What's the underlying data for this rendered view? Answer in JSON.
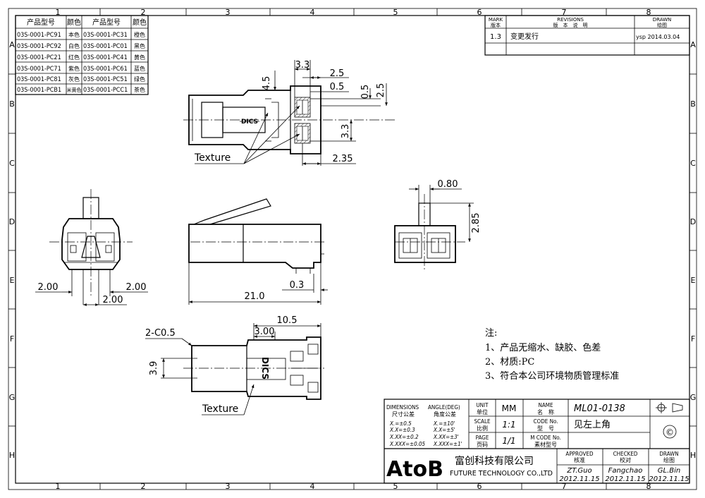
{
  "grid": {
    "columns": [
      "1",
      "2",
      "3",
      "4",
      "5",
      "6",
      "7",
      "8"
    ],
    "rows": [
      "A",
      "B",
      "C",
      "D",
      "E",
      "F",
      "G",
      "H"
    ]
  },
  "product_table": {
    "headers": [
      "产品型号",
      "颜色",
      "产品型号",
      "颜色"
    ],
    "rows": [
      [
        "03S-0001-PC91",
        "本色",
        "03S-0001-PC31",
        "橙色"
      ],
      [
        "03S-0001-PC92",
        "白色",
        "03S-0001-PC01",
        "黑色"
      ],
      [
        "03S-0001-PC21",
        "红色",
        "03S-0001-PC41",
        "黄色"
      ],
      [
        "03S-0001-PC71",
        "紫色",
        "03S-0001-PC61",
        "蓝色"
      ],
      [
        "03S-0001-PC81",
        "灰色",
        "03S-0001-PC51",
        "绿色"
      ],
      [
        "03S-0001-PCB1",
        "米黄色",
        "03S-0001-PCC1",
        "茶色"
      ]
    ]
  },
  "revisions": {
    "mark_en": "MARK",
    "mark_cn": "版本",
    "rev_en": "REVISIONS",
    "rev_cn": "版　本　说　明",
    "drawn_en": "DRAWN",
    "drawn_cn": "绘图",
    "row": {
      "mark": "1.3",
      "desc": "变更发行",
      "drawn": "ysp 2014.03.04"
    }
  },
  "dims": {
    "d33": "3.3",
    "d25a": "2.5",
    "d05a": "0.5",
    "d45": "4.5",
    "d05b": "0.5",
    "d25b": "2.5",
    "d33b": "3.3",
    "d235": "2.35",
    "d080": "0.80",
    "d285": "2.85",
    "d200a": "2.00",
    "d200b": "2.00",
    "d200c": "2.00",
    "d210": "21.0",
    "d03": "0.3",
    "d105": "10.5",
    "d300": "3.00",
    "c05": "2-C0.5",
    "d39": "3.9",
    "texture1": "Texture",
    "texture2": "Texture",
    "logo": "DICS"
  },
  "notes": [
    "注:",
    "1、产品无缩水、缺胶、色差",
    "2、材质:PC",
    "3、符合本公司环境物质管理标准"
  ],
  "title_block": {
    "dim_en": "DIMENSIONS",
    "dim_cn": "尺寸公差",
    "ang_en": "ANGLE(DEG)",
    "ang_cn": "角度公差",
    "tol": [
      "X.=±0.5",
      "X.X=±0.3",
      "X.XX=±0.2",
      "X.XXX=±0.05"
    ],
    "ang": [
      "X.=±10'",
      "X.X=±5'",
      "X.XX=±3'",
      "X.XXX=±1'"
    ],
    "unit_en": "UNIT",
    "unit_cn": "单位",
    "unit_val": "MM",
    "name_en": "NAME",
    "name_cn": "名　称",
    "name_val": "ML01-0138",
    "scale_en": "SCALE",
    "scale_cn": "比例",
    "scale_val": "1:1",
    "code_en": "CODE No.",
    "code_cn": "型　号",
    "code_val": "见左上角",
    "page_en": "PAGE",
    "page_cn": "页码",
    "page_val": "1/1",
    "mcode_en": "M CODE No.",
    "mcode_cn": "素材型号",
    "company_logo": "AtoB",
    "company_cn": "富创科技有限公司",
    "company_en": "FUTURE TECHNOLOGY CO.,LTD",
    "approved_en": "APPROVED",
    "approved_cn": "核准",
    "approved_name": "ZT.Guo",
    "approved_date": "2012.11.15",
    "checked_en": "CHECKED",
    "checked_cn": "校对",
    "checked_name": "Fangchao",
    "checked_date": "2012.11.15",
    "drawn_en": "DRAWN",
    "drawn_cn": "绘图",
    "drawn_name": "GL.Bin",
    "drawn_date": "2012.11.15",
    "copyright": "©"
  }
}
